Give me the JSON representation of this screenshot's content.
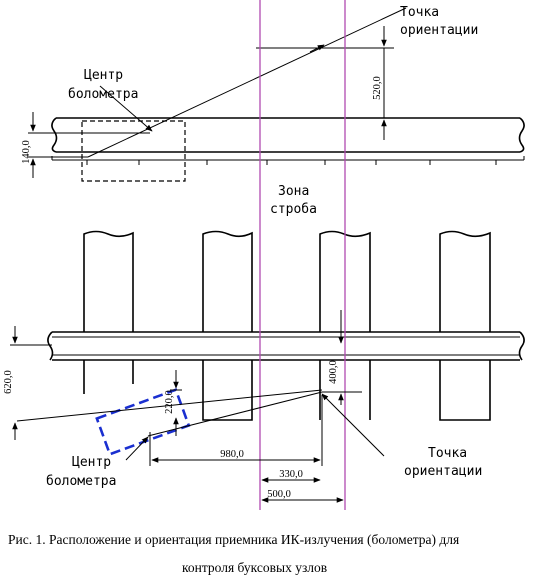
{
  "labels": {
    "orient_top_1": "Точка",
    "orient_top_2": "ориентации",
    "center_top_1": "Центр",
    "center_top_2": "болометра",
    "strobe_1": "Зона",
    "strobe_2": "строба",
    "center_bottom_1": "Центр",
    "center_bottom_2": "болометра",
    "orient_bottom_1": "Точка",
    "orient_bottom_2": "ориентации"
  },
  "dimensions": {
    "d520": "520,0",
    "d140": "140,0",
    "d620": "620,0",
    "d400": "400,0",
    "d220": "220,0",
    "d980": "980,0",
    "d330": "330,0",
    "d500": "500,0"
  },
  "caption": {
    "line1": "Рис. 1. Расположение и ориентация приемника ИК-излучения (болометра) для",
    "line2": "контроля  буксовых узлов"
  },
  "colors": {
    "strobe_lines": "#b04ab0",
    "bolometer_box": "#1a2fd0",
    "ink": "#000000"
  }
}
